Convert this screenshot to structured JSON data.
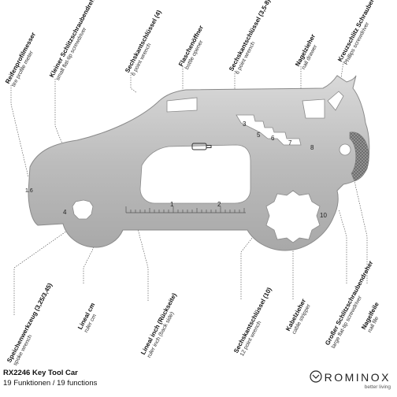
{
  "product": {
    "title": "RX2246 Key Tool Car",
    "subtitle": "19 Funktionen / 19 functions"
  },
  "brand": {
    "name": "ROMINOX",
    "tagline": "better living"
  },
  "tool_markings": {
    "hex_3": "3",
    "hex_5": "5",
    "hex_6": "6",
    "hex_7": "7",
    "hex_8": "8",
    "size_4": "4",
    "size_10": "10",
    "ruler_1": "1",
    "ruler_2": "2",
    "tire_16": "1.6"
  },
  "top_labels": [
    {
      "de": "Reifenprofilmesser",
      "en": "tire profile meter"
    },
    {
      "de": "Kleiner Schlitzschraubendreher",
      "en": "small flat-tip screwdriver"
    },
    {
      "de": "Sechskantschlüssel (4)",
      "en": "6 point wrench"
    },
    {
      "de": "Flaschenöffner",
      "en": "bottle opener"
    },
    {
      "de": "Sechskantschlüssel (3,5-8)",
      "en": "6 point wrench"
    },
    {
      "de": "Nagelzieher",
      "en": "nail drawer"
    },
    {
      "de": "Kreuzschlitz Schraubendreher",
      "en": "Phillips screwdriver"
    }
  ],
  "bottom_labels": [
    {
      "de": "Speichenwerkzeug (3,25/3,45)",
      "en": "spoke wrench"
    },
    {
      "de": "Lineal cm",
      "en": "ruler cm"
    },
    {
      "de": "Lineal inch (Rückseite)",
      "en": "ruler inch (back side)"
    },
    {
      "de": "Sechskantschlüssel (10)",
      "en": "12 point wrench"
    },
    {
      "de": "Kabelzieher",
      "en": "cable stripper"
    },
    {
      "de": "Großer Schlitzschraubendreher",
      "en": "large flat-tip screwdriver"
    },
    {
      "de": "Nagelfeile",
      "en": "nail file"
    }
  ]
}
